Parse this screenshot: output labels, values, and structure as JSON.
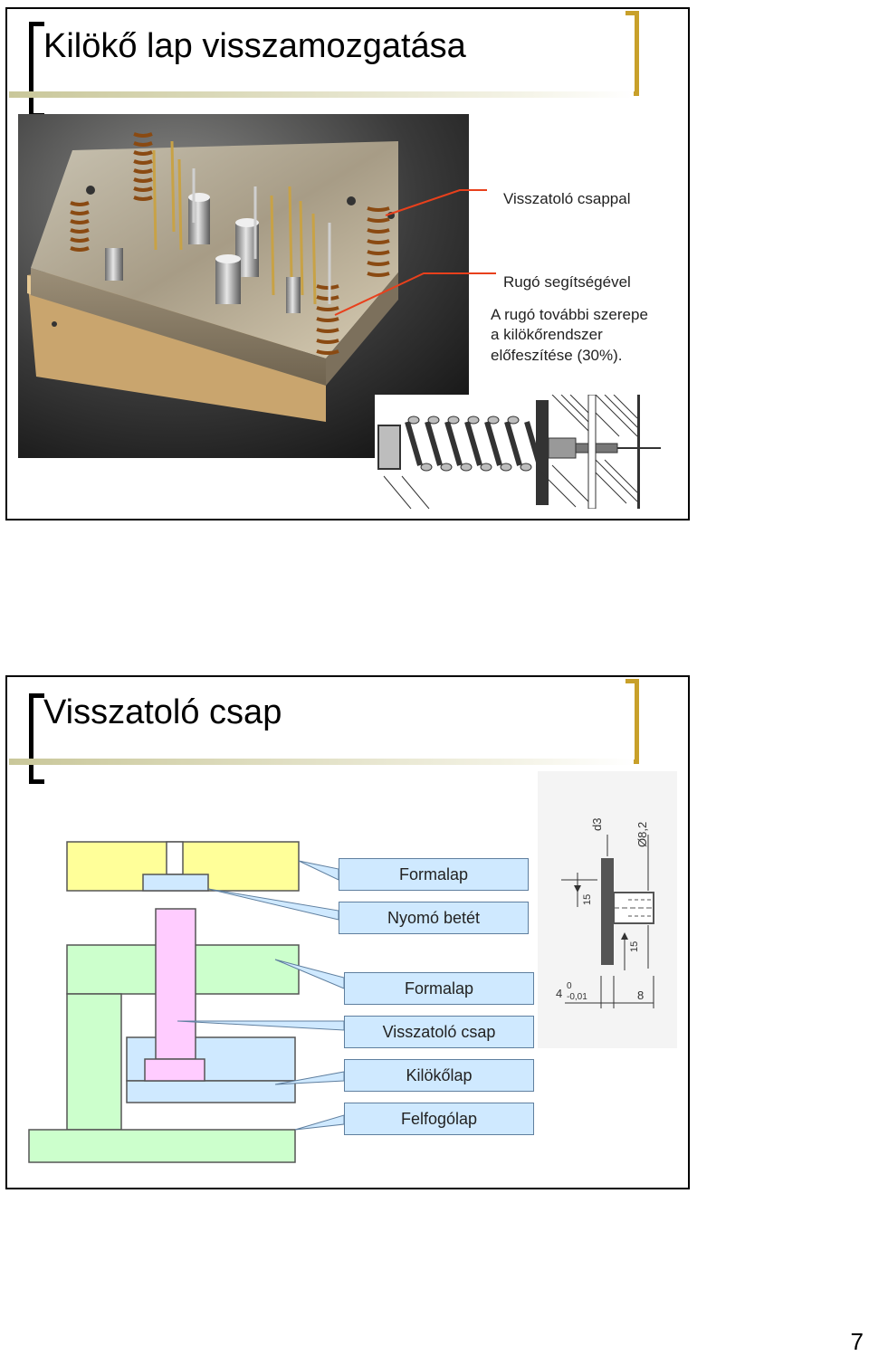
{
  "slide1": {
    "title": "Kilökő lap visszamozgatása",
    "callout_return_pin": "Visszatoló csappal",
    "callout_spring": "Rugó segítségével",
    "note_line1": "A rugó további szerepe",
    "note_line2": "a kilökőrendszer",
    "note_line3": "előfeszítése (30%)."
  },
  "slide2": {
    "title": "Visszatoló csap",
    "labels": [
      "Formalap",
      "Nyomó betét",
      "Formalap",
      "Visszatoló csap",
      "Kilökőlap",
      "Felfogólap"
    ],
    "drawing": {
      "dim_d3": "d3",
      "dim_dia": "Ø8,2",
      "dim_15a": "15",
      "dim_15b": "15",
      "dim_4": "4",
      "dim_tol_upper": "0",
      "dim_tol_lower": "-0,01",
      "dim_8": "8"
    }
  },
  "colors": {
    "yellow_plate": "#ffff99",
    "green_plate": "#ccffcc",
    "blue_plate": "#cfe9ff",
    "pink_pin": "#ffccff",
    "leader_red": "#e8401c",
    "bracket_gold": "#c8a02a"
  },
  "page_number": "7"
}
